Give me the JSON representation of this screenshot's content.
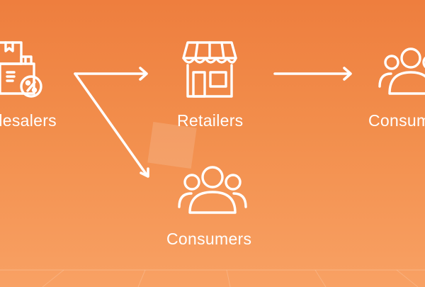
{
  "diagram": {
    "nodes": [
      {
        "id": "wholesalers",
        "label": "Wholesalers",
        "icon": "boxes-discount-icon"
      },
      {
        "id": "retailers",
        "label": "Retailers",
        "icon": "storefront-icon"
      },
      {
        "id": "consumers_right",
        "label": "Consumers",
        "icon": "people-group-icon"
      },
      {
        "id": "consumers_bottom",
        "label": "Consumers",
        "icon": "people-group-icon"
      }
    ],
    "edges": [
      {
        "from": "wholesalers",
        "to": "retailers"
      },
      {
        "from": "wholesalers",
        "to": "consumers_bottom"
      },
      {
        "from": "retailers",
        "to": "consumers_right"
      }
    ]
  },
  "colors": {
    "background_top": "#ee7e3e",
    "background_bottom": "#f8a164",
    "foreground": "#ffffff"
  }
}
